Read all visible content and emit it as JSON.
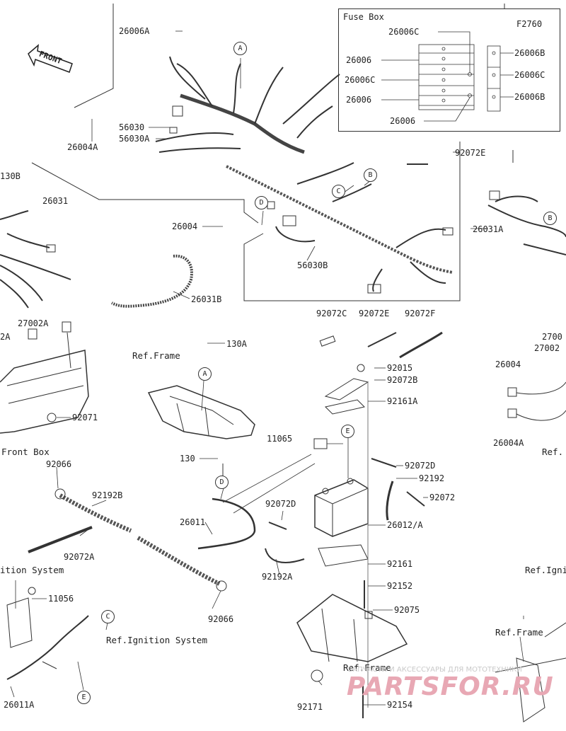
{
  "diagram_code": "F2760",
  "fuse_box": {
    "title": "Fuse Box",
    "labels": [
      "26006C",
      "26006",
      "26006C",
      "26006",
      "26006",
      "26006B",
      "26006C",
      "26006B"
    ]
  },
  "part_labels": [
    "26006A",
    "26004A",
    "56030",
    "56030A",
    "26031",
    "130B",
    "26004",
    "56030B",
    "26031B",
    "26031A",
    "92072E",
    "27002A",
    "2A",
    "130A",
    "92071",
    "92072C",
    "92072E",
    "92072F",
    "92015",
    "92072B",
    "92161A",
    "11065",
    "92072D",
    "92192",
    "92072",
    "26012/A",
    "130",
    "26011",
    "92072D",
    "92066",
    "92192B",
    "92072A",
    "92066",
    "92192A",
    "92161",
    "92152",
    "92075",
    "11056",
    "26011A",
    "92171",
    "92154",
    "2700",
    "27002",
    "26004",
    "26004A"
  ],
  "ref_labels": [
    "Ref.Frame",
    "Front Box",
    "ition System",
    "Ref.Ignition System",
    "Ref.Frame",
    "Ref.Frame",
    "Ref.",
    "Ref.Igni"
  ],
  "callouts": [
    "A",
    "D",
    "B",
    "C",
    "A",
    "E",
    "D",
    "C",
    "E",
    "B"
  ],
  "front_arrow_label": "FRONT",
  "watermark": {
    "brand_a": "PARTS",
    "brand_b": "FOR.RU",
    "tagline": "ЗАПЧАСТИ И АКСЕССУАРЫ ДЛЯ МОТОТЕХНИКИ",
    "color": "#e8a8b4"
  }
}
